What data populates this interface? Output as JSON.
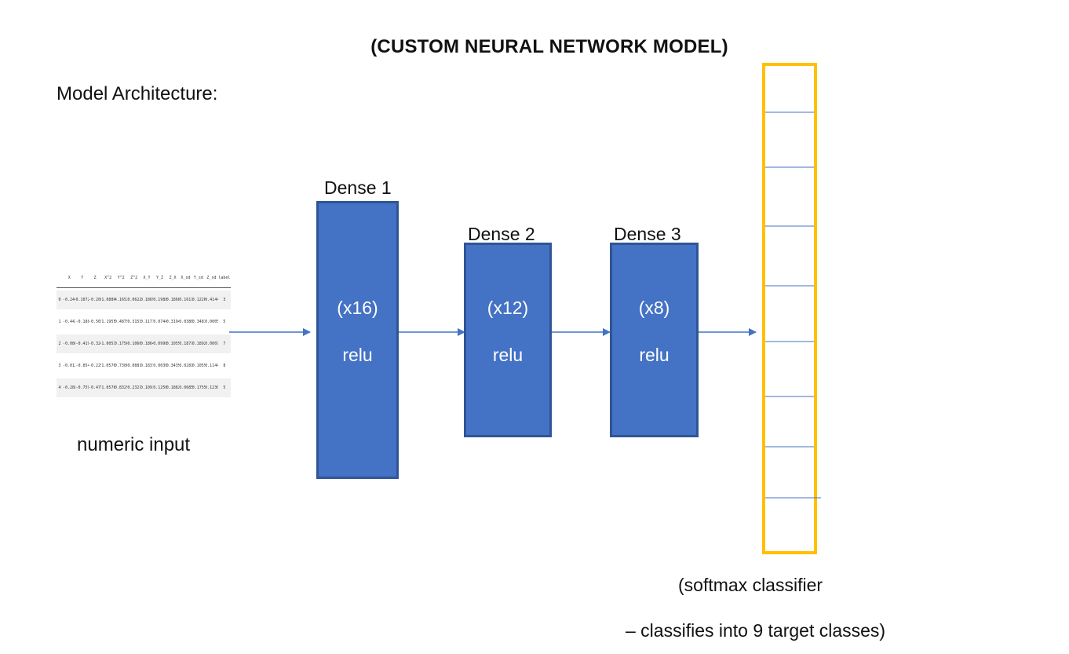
{
  "title": "(CUSTOM NEURAL NETWORK MODEL)",
  "subtitle": "Model Architecture:",
  "input": {
    "caption": "numeric input",
    "table": {
      "columns": [
        "",
        "X",
        "Y",
        "Z",
        "X^2",
        "Y^2",
        "Z^2",
        "X_Y",
        "Y_Z",
        "Z_X",
        "X_sd",
        "Y_sd",
        "Z_sd",
        "label"
      ],
      "rows": [
        [
          "0",
          "-0.24484",
          "0.107215",
          "-0.208844",
          "1.088659",
          "4.165221",
          "0.062204",
          "0.186986",
          "0.198847",
          "0.186823",
          "0.161791",
          "0.122681",
          "0.414472",
          "3"
        ],
        [
          "1",
          "-0.44216",
          "-0.188369",
          "-0.565369",
          "1.195579",
          "0.487514",
          "0.315397",
          "0.117759",
          "0.074485",
          "0.319463",
          "0.038089",
          "0.348146",
          "0.000574",
          "5"
        ],
        [
          "2",
          "-0.086898",
          "-0.419495",
          "-0.324591",
          "1.005798",
          "0.175676",
          "0.106085",
          "0.186452",
          "0.099806",
          "0.105568",
          "0.187768",
          "0.189295",
          "0.000733",
          "7"
        ],
        [
          "3",
          "-0.012555",
          "-0.854815",
          "-0.225929",
          "1.057659",
          "0.730876",
          "0.088188",
          "0.183786",
          "0.003067",
          "0.343532",
          "0.028161",
          "0.105545",
          "0.114489",
          "8"
        ],
        [
          "4",
          "-0.288553",
          "-0.759085",
          "-0.479115",
          "1.057691",
          "0.832991",
          "0.232752",
          "0.109135",
          "0.125697",
          "0.188210",
          "0.068510",
          "0.175584",
          "0.123060",
          "5"
        ]
      ]
    }
  },
  "layers": [
    {
      "name": "Dense 1",
      "units": "(x16)",
      "activation": "relu"
    },
    {
      "name": "Dense 2",
      "units": "(x12)",
      "activation": "relu"
    },
    {
      "name": "Dense 3",
      "units": "(x8)",
      "activation": "relu"
    }
  ],
  "output": {
    "caption_line1": "(softmax classifier",
    "caption_line2": "– classifies into 9 target classes)",
    "num_classes": 9
  },
  "colors": {
    "layer_fill": "#4472C4",
    "layer_border": "#2F5597",
    "arrow": "#4472C4",
    "classifier_border": "#FFC000"
  }
}
